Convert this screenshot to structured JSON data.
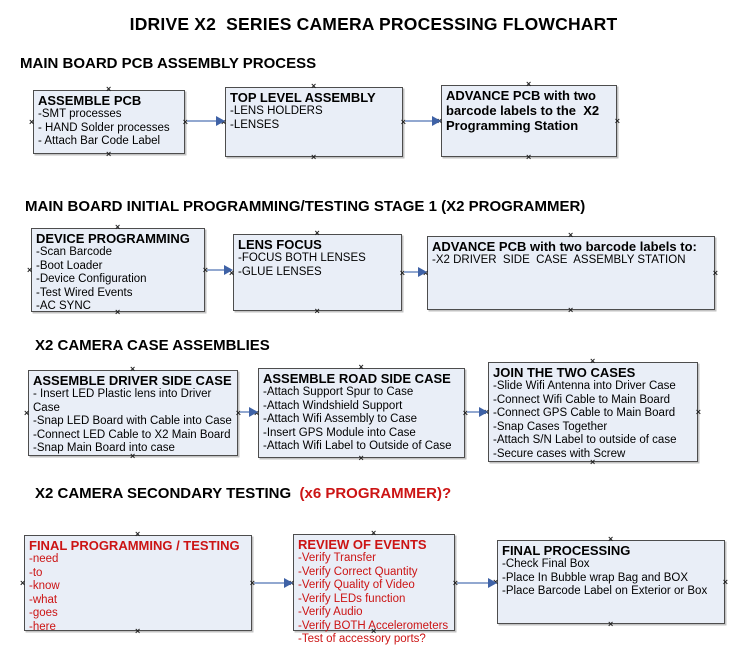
{
  "title": "IDRIVE X2  SERIES CAMERA PROCESSING FLOWCHART",
  "icons": {
    "connection_marker": "×"
  },
  "colors": {
    "box_fill": "#e9eef7",
    "box_border": "#4d4d4d",
    "arrow_line": "#92a8d0",
    "arrow_head": "#3f62a6",
    "accent_red": "#cc1414"
  },
  "sections": [
    {
      "header": "MAIN BOARD PCB ASSEMBLY PROCESS",
      "boxes": [
        {
          "title": "ASSEMBLE PCB",
          "items": [
            "-SMT processes",
            "- HAND Solder processes",
            "- Attach Bar Code Label"
          ]
        },
        {
          "title": "TOP LEVEL ASSEMBLY",
          "items": [
            "-LENS HOLDERS",
            "-LENSES"
          ]
        },
        {
          "title": "ADVANCE PCB with two barcode labels to the  X2 Programming Station",
          "items": []
        }
      ]
    },
    {
      "header": "MAIN BOARD INITIAL PROGRAMMING/TESTING STAGE 1 (X2 PROGRAMMER)",
      "boxes": [
        {
          "title": "DEVICE PROGRAMMING",
          "items": [
            "-Scan Barcode",
            "-Boot Loader",
            "-Device Configuration",
            "-Test Wired Events",
            "-AC SYNC"
          ]
        },
        {
          "title": "LENS FOCUS",
          "items": [
            "-FOCUS BOTH LENSES",
            "-GLUE LENSES"
          ]
        },
        {
          "title": "ADVANCE PCB with two barcode labels to:",
          "items": [
            "-X2 DRIVER  SIDE  CASE  ASSEMBLY STATION"
          ]
        }
      ]
    },
    {
      "header": "X2 CAMERA CASE ASSEMBLIES",
      "boxes": [
        {
          "title": "ASSEMBLE DRIVER SIDE CASE",
          "items": [
            "- Insert LED Plastic lens into Driver Case",
            "-Snap LED Board with Cable into Case",
            "-Connect LED Cable to X2 Main Board",
            "-Snap Main Board into case"
          ]
        },
        {
          "title": "ASSEMBLE ROAD SIDE CASE",
          "items": [
            "-Attach Support Spur to Case",
            "-Attach Windshield Support",
            "-Attach Wifi Assembly to Case",
            "-Insert GPS Module into Case",
            "-Attach Wifi Label to Outside of Case"
          ]
        },
        {
          "title": "JOIN THE TWO CASES",
          "items": [
            "-Slide Wifi Antenna into Driver Case",
            "-Connect Wifi Cable to Main Board",
            "-Connect GPS Cable to Main Board",
            "-Snap Cases Together",
            "-Attach S/N Label to outside of case",
            "-Secure cases with Screw"
          ]
        }
      ]
    },
    {
      "header": "X2 CAMERA SECONDARY TESTING ",
      "header_red": " (x6 PROGRAMMER)?",
      "boxes": [
        {
          "title": "FINAL PROGRAMMING / TESTING",
          "items": [
            "-need",
            "-to",
            "-know",
            "-what",
            "-goes",
            "-here"
          ]
        },
        {
          "title": "REVIEW OF EVENTS",
          "items": [
            "-Verify Transfer",
            "-Verify Correct Quantity",
            "-Verify Quality of Video",
            "-Verify LEDs function",
            "-Verify Audio",
            "-Verify BOTH Accelerometers",
            "-Test of accessory ports?"
          ]
        },
        {
          "title": "FINAL PROCESSING",
          "items": [
            "-Check Final Box",
            "-Place In Bubble wrap Bag and BOX",
            "-Place Barcode Label on Exterior or Box"
          ]
        }
      ]
    }
  ]
}
